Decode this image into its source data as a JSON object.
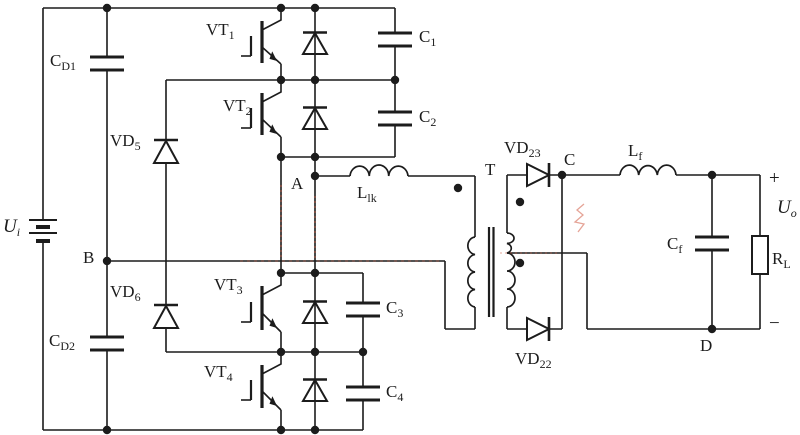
{
  "figure": {
    "type": "circuit-schematic",
    "colors": {
      "line": "#1c1c1c",
      "background": "#ffffff",
      "scan_artifact_red": "#cc4a2f"
    }
  },
  "labels": {
    "ui": {
      "base": "U",
      "sub": "i"
    },
    "cd1": {
      "base": "C",
      "sub": "D1"
    },
    "cd2": {
      "base": "C",
      "sub": "D2"
    },
    "vd5": {
      "base": "VD",
      "sub": "5"
    },
    "vd6": {
      "base": "VD",
      "sub": "6"
    },
    "vt1": {
      "base": "VT",
      "sub": "1"
    },
    "vt2": {
      "base": "VT",
      "sub": "2"
    },
    "vt3": {
      "base": "VT",
      "sub": "3"
    },
    "vt4": {
      "base": "VT",
      "sub": "4"
    },
    "c1": {
      "base": "C",
      "sub": "1"
    },
    "c2": {
      "base": "C",
      "sub": "2"
    },
    "c3": {
      "base": "C",
      "sub": "3"
    },
    "c4": {
      "base": "C",
      "sub": "4"
    },
    "llk": {
      "base": "L",
      "sub": "lk"
    },
    "t": {
      "base": "T",
      "sub": ""
    },
    "vd23": {
      "base": "VD",
      "sub": "23"
    },
    "vd22": {
      "base": "VD",
      "sub": "22"
    },
    "lf": {
      "base": "L",
      "sub": "f"
    },
    "cf": {
      "base": "C",
      "sub": "f"
    },
    "rl": {
      "base": "R",
      "sub": "L"
    },
    "uo": {
      "base": "U",
      "sub": "o"
    },
    "node_a": "A",
    "node_b": "B",
    "node_c": "C",
    "node_d": "D",
    "plus": "+",
    "minus": "−"
  }
}
